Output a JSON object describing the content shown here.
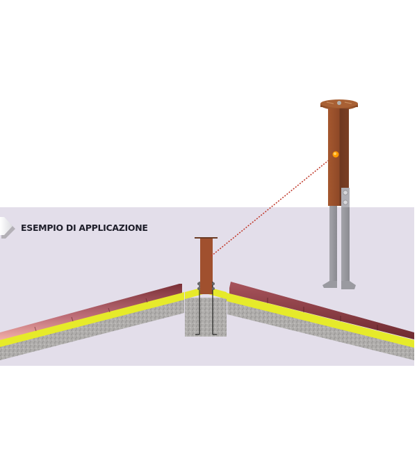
{
  "diagram": {
    "title": "ESEMPIO DI APPLICAZIONE",
    "colors": {
      "background": "#ffffff",
      "panel": "#e3deea",
      "post_brown": "#9a4f2c",
      "post_brown_dark": "#7a3d22",
      "anchor_steel": "#9c9ca2",
      "tile_red": "#8a3a3e",
      "waterproof_yellow": "#e6ea2a",
      "concrete_gray": "#a9a7a6",
      "highlight_dot": "#ff9a00",
      "leader_line": "#c0392b"
    },
    "elements": [
      {
        "name": "detail-post",
        "description": "Enlarged post with base plate and steel anchor legs"
      },
      {
        "name": "installed-post",
        "description": "Post installed in concrete ridge block"
      },
      {
        "name": "roof-left-slope"
      },
      {
        "name": "roof-right-slope"
      },
      {
        "name": "leader-line",
        "description": "Dotted line linking detail to installed post"
      }
    ]
  }
}
